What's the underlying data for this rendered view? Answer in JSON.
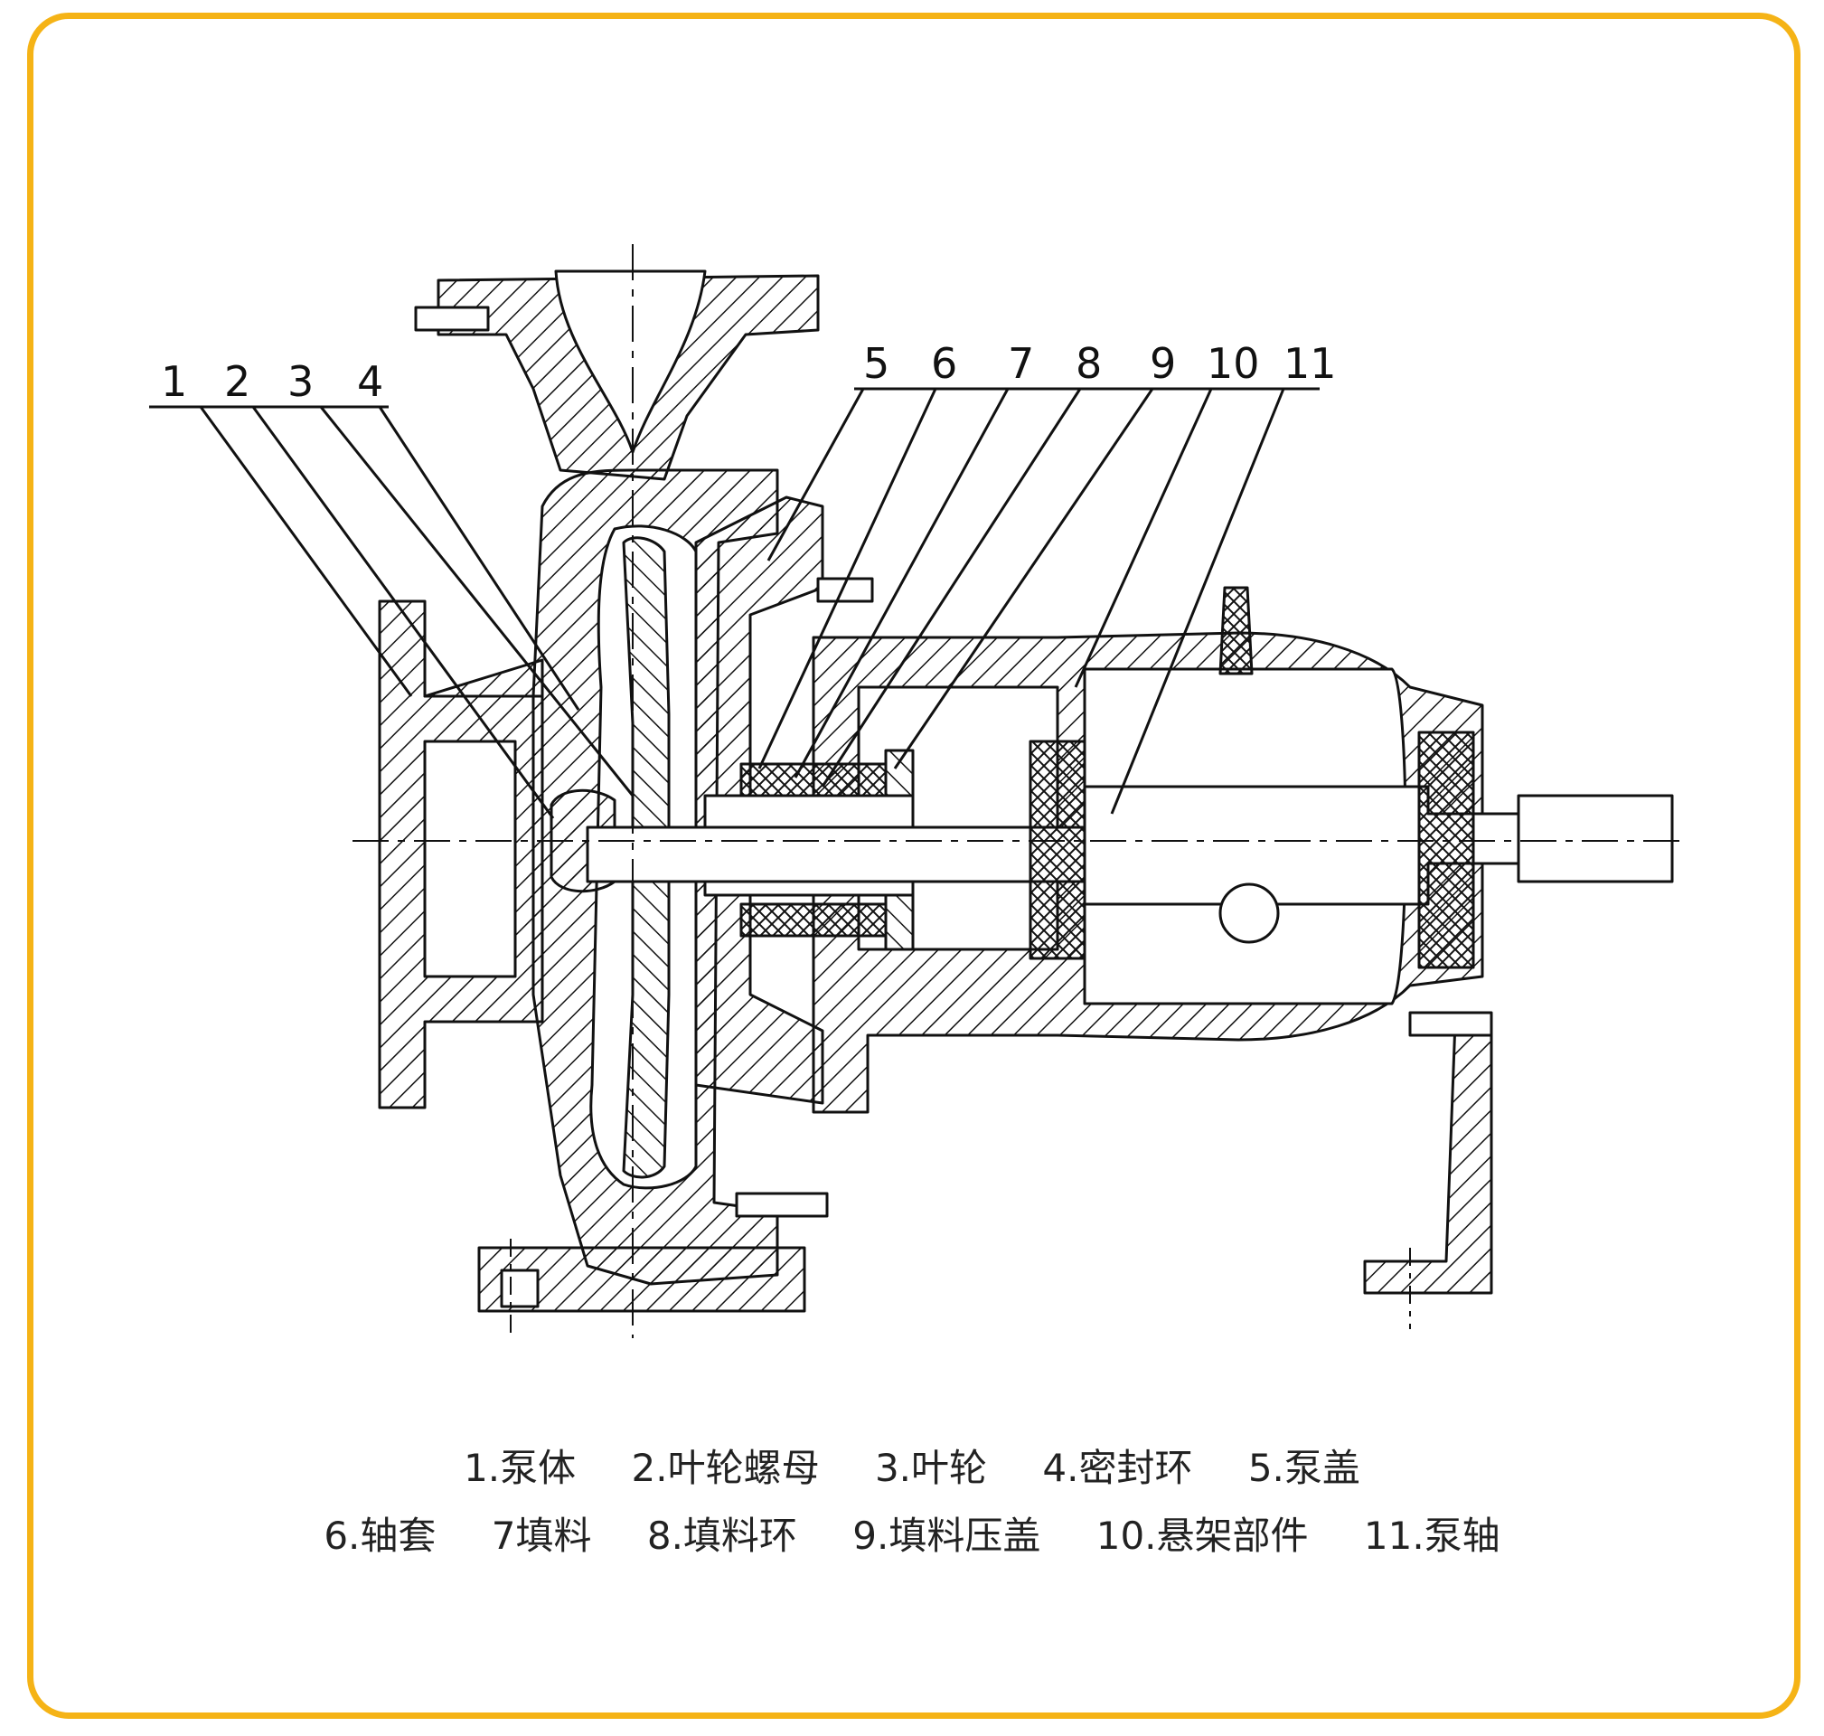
{
  "diagram": {
    "callout_numbers": [
      "1",
      "2",
      "3",
      "4",
      "5",
      "6",
      "7",
      "8",
      "9",
      "10",
      "11"
    ],
    "legend_row_1": [
      "1.泵体",
      "2.叶轮螺母",
      "3.叶轮",
      "4.密封环",
      "5.泵盖"
    ],
    "legend_row_2": [
      "6.轴套",
      "7填料",
      "8.填料环",
      "9.填料压盖",
      "10.悬架部件",
      "11.泵轴"
    ]
  },
  "colors": {
    "frame_border": "#f5b316",
    "line": "#111111",
    "background": "#ffffff"
  }
}
